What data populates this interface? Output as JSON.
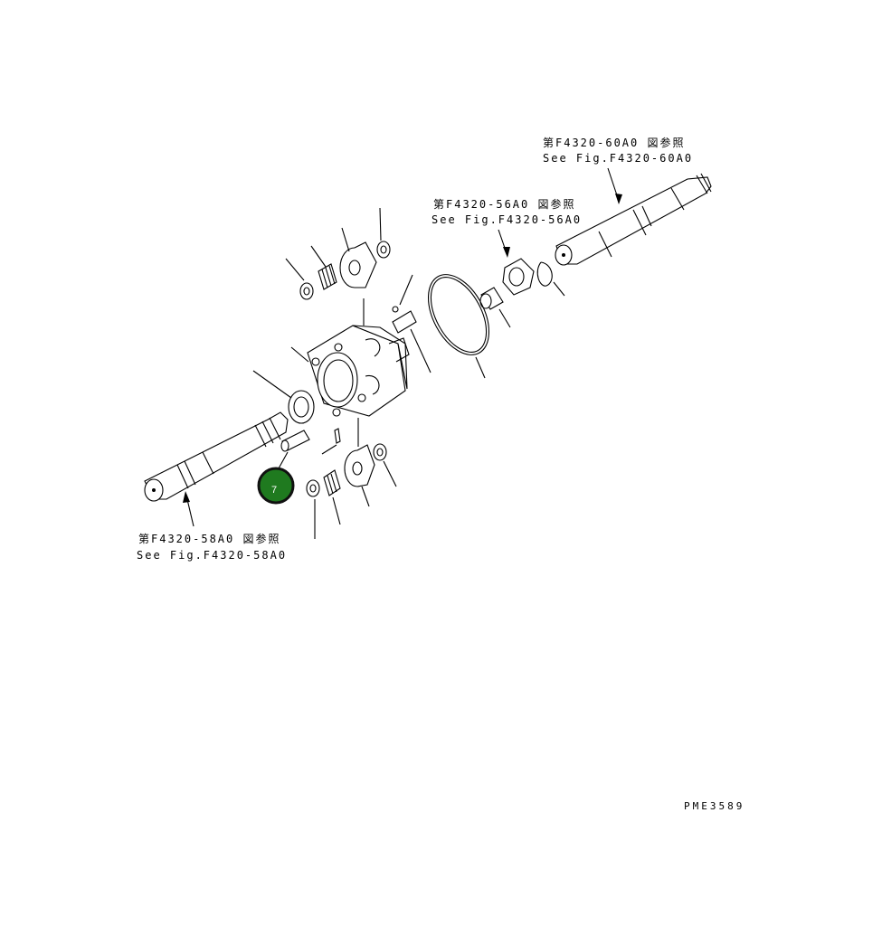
{
  "references": [
    {
      "id": "ref-f4320-60a0",
      "jp": "第F4320-60A0 図参照",
      "en": "See Fig.F4320-60A0"
    },
    {
      "id": "ref-f4320-56a0",
      "jp": "第F4320-56A0 図参照",
      "en": "See Fig.F4320-56A0"
    },
    {
      "id": "ref-f4320-58a0",
      "jp": "第F4320-58A0 図参照",
      "en": "See Fig.F4320-58A0"
    }
  ],
  "hotspot": {
    "label": "7",
    "color": "#1f7a1f",
    "border_color": "#111111"
  },
  "drawing_id": "PME3589"
}
